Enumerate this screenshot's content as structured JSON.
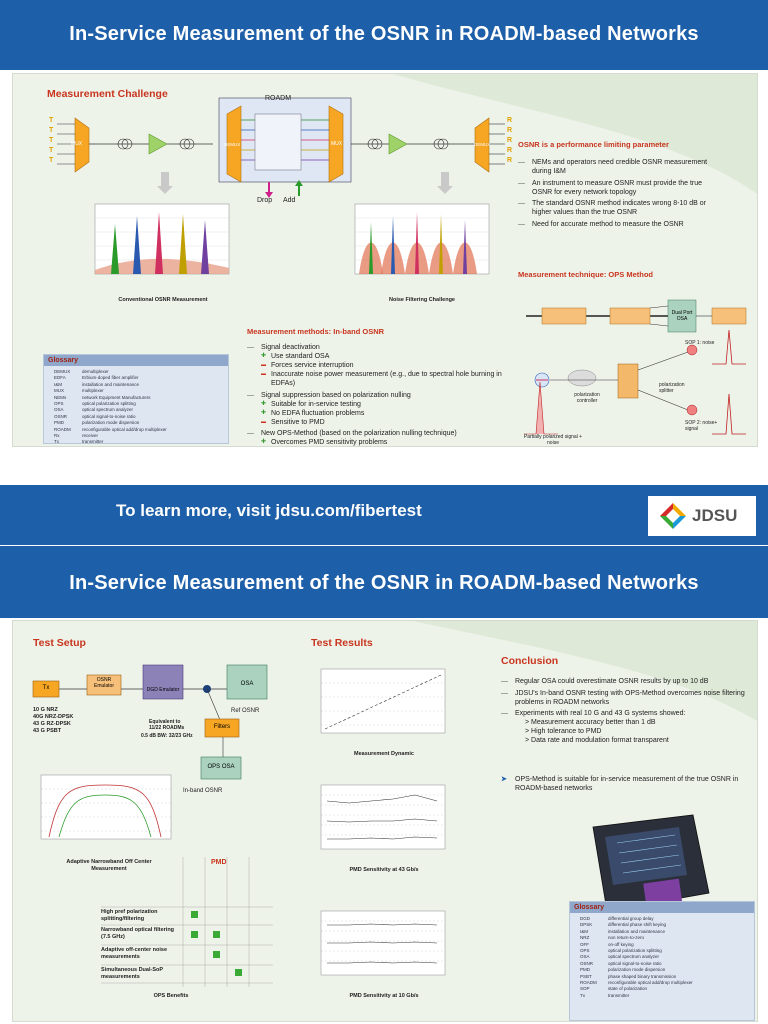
{
  "poster_top": {
    "title": "In-Service Measurement of the OSNR in ROADM-based Networks",
    "measurement_challenge": "Measurement Challenge",
    "roadm": "ROADM",
    "mux": "MUX",
    "demux": "DEMUX",
    "tx_labels": [
      "T",
      "T",
      "T",
      "T",
      "T"
    ],
    "rx_labels": [
      "R",
      "R",
      "R",
      "R",
      "R"
    ],
    "drop": "Drop",
    "add": "Add",
    "conventional_caption": "Conventional OSNR Measurement",
    "noise_caption": "Noise Filtering Challenge",
    "osnr_limit_title": "OSNR is a performance limiting parameter",
    "osnr_limit_bullets": [
      "NEMs and operators need credible OSNR measurement during I&M",
      "An instrument to measure OSNR must provide the true OSNR for every network topology",
      "The standard OSNR method indicates wrong 8-10 dB or higher values than the true OSNR",
      "Need for accurate method to measure the OSNR"
    ],
    "methods_title": "Measurement methods: In-band OSNR",
    "methods": [
      {
        "label": "Signal deactivation",
        "sub": [
          {
            "sign": "plus",
            "text": "Use standard OSA"
          },
          {
            "sign": "minus",
            "text": "Forces service interruption"
          },
          {
            "sign": "minus",
            "text": "Inaccurate noise power measurement (e.g., due to spectral hole burning in EDFAs)"
          }
        ]
      },
      {
        "label": "Signal suppression based on polarization nulling",
        "sub": [
          {
            "sign": "plus",
            "text": "Suitable for in-service testing"
          },
          {
            "sign": "plus",
            "text": "No EDFA fluctuation problems"
          },
          {
            "sign": "minus",
            "text": "Sensitive to PMD"
          }
        ]
      },
      {
        "label": "New OPS-Method (based on the polarization nulling technique)",
        "sub": [
          {
            "sign": "plus",
            "text": "Overcomes PMD sensitivity problems"
          }
        ]
      }
    ],
    "technique_title": "Measurement technique: OPS Method",
    "polarization_controller": "polarization controller",
    "polarization_splitter": "polarization splitter",
    "sop1": "SOP 1: noise",
    "sop2": "SOP 2: noise+ signal",
    "partially_polarized": "Partially polarized signal + noise",
    "dual_port_osa": "Dual Port OSA",
    "glossary_title": "Glossary",
    "glossary": [
      [
        "DEMUX",
        "demultiplexer"
      ],
      [
        "EDFA",
        "Erbium-doped fiber amplifier"
      ],
      [
        "I&M",
        "installation and maintenance"
      ],
      [
        "MUX",
        "multiplexer"
      ],
      [
        "NEMs",
        "network Equipment Manufacturers"
      ],
      [
        "OPS",
        "optical polarization splitting"
      ],
      [
        "OSA",
        "optical spectrum analyzer"
      ],
      [
        "OSNR",
        "optical signal-to-noise ratio"
      ],
      [
        "PMD",
        "polarization mode dispersion"
      ],
      [
        "ROADM",
        "reconfigurable optical add/drop multiplexer"
      ],
      [
        "Rx",
        "receiver"
      ],
      [
        "Tx",
        "transmitter"
      ]
    ]
  },
  "footer": {
    "link_text": "To learn more, visit jdsu.com/fibertest",
    "brand": "JDSU"
  },
  "poster_bottom": {
    "title": "In-Service Measurement of the OSNR in ROADM-based Networks",
    "test_setup": "Test Setup",
    "test_results": "Test Results",
    "conclusion": "Conclusion",
    "tx": "Tx",
    "osnr_emulator": "OSNR Emulator",
    "dgd_emulator": "DGD Emulator",
    "osa": "OSA",
    "ref_osnr": "Ref OSNR",
    "filters": "Filters",
    "ops_osa": "OPS OSA",
    "inband_osnr": "In-band OSNR",
    "rates": [
      "10 G NRZ",
      "40G NRZ-DPSK",
      "43 G RZ-DPSK",
      "43 G PSBT"
    ],
    "equivalent": "Equivalent to 11/22 ROADMs",
    "bw": "0.5 dB BW: 32/23 GHz",
    "adaptive_caption": "Adaptive Narrowband Off Center Measurement",
    "measurement_dynamic": "Measurement Dynamic",
    "pmd43": "PMD Sensitivity at 43 Gb/s",
    "pmd10": "PMD Sensitivity at 10 Gb/s",
    "pmd_label": "PMD",
    "benefits_rows": [
      "High pref polarization splitting/filtering",
      "Narrowband optical filtering (7.5 GHz)",
      "Adaptive off-center noise measurements",
      "Simultaneous Dual-SoP measurements"
    ],
    "ops_benefits": "OPS Benefits",
    "conclusion_bullets": [
      "Regular OSA could overestimate OSNR results by up to 10 dB",
      "JDSU's In-band OSNR testing with OPS-Method overcomes noise filtering problems in ROADM networks",
      "Experiments with real 10 G and 43 G systems showed:"
    ],
    "conclusion_sub": [
      "> Measurement accuracy better than 1 dB",
      "> High tolerance to PMD",
      "> Data rate and modulation format transparent"
    ],
    "conclusion_final": "OPS-Method is suitable for in-service measurement of the true OSNR in ROADM-based networks",
    "glossary_title": "Glossary",
    "glossary": [
      [
        "DGD",
        "differential group delay"
      ],
      [
        "DPSK",
        "differential phase shift keying"
      ],
      [
        "I&M",
        "installation and maintenance"
      ],
      [
        "NRZ",
        "non return-to-zero"
      ],
      [
        "OFF",
        "on-off keying"
      ],
      [
        "OPS",
        "optical polarization splitting"
      ],
      [
        "OSA",
        "optical spectrum analyzer"
      ],
      [
        "OSNR",
        "optical signal-to-noise ratio"
      ],
      [
        "PMD",
        "polarization mode dispersion"
      ],
      [
        "PSBT",
        "phase shaped binary transmission"
      ],
      [
        "ROADM",
        "reconfigurable optical add/drop multiplexer"
      ],
      [
        "SOP",
        "state of polarization"
      ],
      [
        "Tx",
        "transmitter"
      ]
    ]
  },
  "colors": {
    "band_blue": "#1d5fa8",
    "accent_red": "#c8351e",
    "panel_bg": "#eef3ea",
    "plus_green": "#3a9a35"
  }
}
